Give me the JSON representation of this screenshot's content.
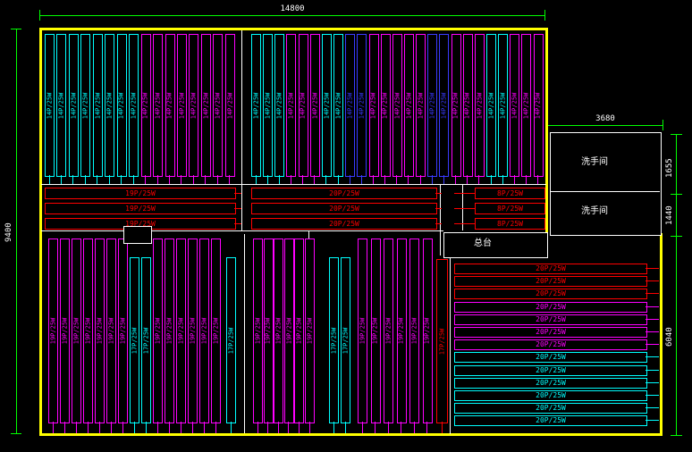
{
  "drawing": {
    "dim_top": "14800",
    "dim_left": "9400",
    "dim_right_top": "3680",
    "dim_right_upper": "1655",
    "dim_right_mid": "1440",
    "dim_right_lower": "6040",
    "washroom_label": "洗手间",
    "front_desk_label": "总台"
  },
  "palette": {
    "c": "#00FFFF",
    "m": "#FF00FF",
    "b": "#3A3AFF",
    "r": "#FF0000",
    "yellow": "#FFFF00",
    "green": "#00FF00",
    "white": "#FFFFFF"
  },
  "top_section": {
    "group1": {
      "label": "14P/25W",
      "strips": [
        "c",
        "c",
        "c",
        "c",
        "c",
        "c",
        "c",
        "c",
        "m",
        "m",
        "m",
        "m",
        "m",
        "m",
        "m",
        "m"
      ]
    },
    "group2": {
      "label": "14P/25W",
      "strips": [
        "c",
        "c",
        "c",
        "m",
        "m",
        "m",
        "c",
        "c",
        "b",
        "b",
        "m",
        "m",
        "m",
        "m",
        "m",
        "b",
        "b",
        "m",
        "m",
        "m",
        "c",
        "c",
        "m",
        "m",
        "m"
      ]
    }
  },
  "counter_rows": {
    "left": {
      "label": "19P/25W",
      "count": 3
    },
    "middle": {
      "label": "20P/25W",
      "count": 3
    },
    "right": {
      "label": "8P/25W",
      "count": 3
    }
  },
  "bottom_left": {
    "strips": [
      {
        "color": "m",
        "label": "19P/25W"
      },
      {
        "color": "m",
        "label": "19P/25W"
      },
      {
        "color": "m",
        "label": "19P/25W"
      },
      {
        "color": "m",
        "label": "19P/25W"
      },
      {
        "color": "m",
        "label": "19P/25W"
      },
      {
        "color": "m",
        "label": "19P/25W"
      },
      {
        "color": "m",
        "label": "19P/25W"
      },
      {
        "color": "c",
        "label": "17P/25W"
      },
      {
        "color": "c",
        "label": "17P/25W"
      },
      {
        "color": "m",
        "label": "19P/25W"
      },
      {
        "color": "m",
        "label": "19P/25W"
      },
      {
        "color": "m",
        "label": "19P/25W"
      },
      {
        "color": "m",
        "label": "19P/25W"
      },
      {
        "color": "m",
        "label": "19P/25W"
      },
      {
        "color": "m",
        "label": "19P/25W"
      },
      {
        "color": "c",
        "label": "17P/25W"
      }
    ]
  },
  "bottom_middle": {
    "strips": [
      {
        "color": "m",
        "label": "19P/25W"
      },
      {
        "color": "m",
        "label": "19P/25W"
      },
      {
        "color": "m",
        "label": "19P/25W"
      },
      {
        "color": "m",
        "label": "19P/25W"
      },
      {
        "color": "m",
        "label": "19P/25W"
      },
      {
        "color": "m",
        "label": "19P/25W"
      },
      {
        "color": "c",
        "label": "17P/25W"
      },
      {
        "color": "c",
        "label": "17P/25W"
      },
      {
        "color": "m",
        "label": "19P/25W"
      },
      {
        "color": "m",
        "label": "19P/25W"
      },
      {
        "color": "m",
        "label": "19P/25W"
      },
      {
        "color": "m",
        "label": "19P/25W"
      },
      {
        "color": "m",
        "label": "19P/25W"
      },
      {
        "color": "m",
        "label": "19P/25W"
      }
    ],
    "red_strip": {
      "color": "r",
      "label": "17P/25W"
    }
  },
  "bottom_right": {
    "bars": [
      {
        "color": "r",
        "label": "20P/25W"
      },
      {
        "color": "r",
        "label": "20P/25W"
      },
      {
        "color": "r",
        "label": "20P/25W"
      },
      {
        "color": "m",
        "label": "20P/25W"
      },
      {
        "color": "m",
        "label": "20P/25W"
      },
      {
        "color": "m",
        "label": "20P/25W"
      },
      {
        "color": "m",
        "label": "20P/25W"
      },
      {
        "color": "c",
        "label": "20P/25W"
      },
      {
        "color": "c",
        "label": "20P/25W"
      },
      {
        "color": "c",
        "label": "20P/25W"
      },
      {
        "color": "c",
        "label": "20P/25W"
      },
      {
        "color": "c",
        "label": "20P/25W"
      },
      {
        "color": "c",
        "label": "20P/25W"
      }
    ]
  }
}
